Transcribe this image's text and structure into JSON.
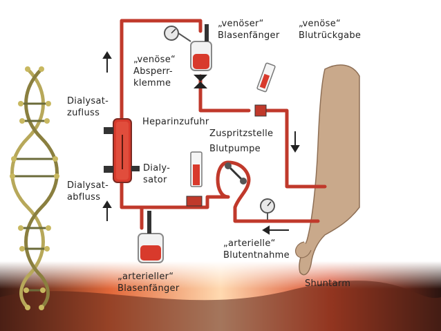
{
  "diagram": {
    "labels": {
      "venoeser_blasenfaenger_1": "„venöser“",
      "venoeser_blasenfaenger_2": "Blasenfänger",
      "venoese_blutrueckgabe_1": "„venöse“",
      "venoese_blutrueckgabe_2": "Blutrückgabe",
      "absperrklemme_1": "„venöse“",
      "absperrklemme_2": "Absperr-",
      "absperrklemme_3": "klemme",
      "dialysatzufluss_1": "Dialysat-",
      "dialysatzufluss_2": "zufluss",
      "dialysator_1": "Dialy-",
      "dialysator_2": "sator",
      "dialysatabfluss_1": "Dialysat-",
      "dialysatabfluss_2": "abfluss",
      "heparinzufuhr": "Heparinzufuhr",
      "zuspritzstelle": "Zuspritzstelle",
      "blutpumpe": "Blutpumpe",
      "arterielle_1": "„arterielle“",
      "arterielle_2": "Blutentnahme",
      "arterieller_1": "„arterieller“",
      "arterieller_2": "Blasenfänger",
      "shuntarm": "Shuntarm"
    },
    "colors": {
      "tube": "#c0392b",
      "blood": "#d83a2c",
      "skin": "#c9a98b",
      "dna_strand": "#b7a85a"
    }
  }
}
